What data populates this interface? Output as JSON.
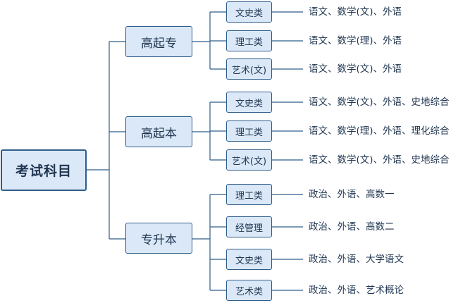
{
  "root": {
    "label": "考试科目"
  },
  "groups": [
    {
      "label": "高起专",
      "items": [
        {
          "label": "文史类",
          "subjects": "语文、数学(文)、外语"
        },
        {
          "label": "理工类",
          "subjects": "语文、数学(理)、外语"
        },
        {
          "label": "艺术(文)",
          "subjects": "语文、数学(文)、外语"
        }
      ]
    },
    {
      "label": "高起本",
      "items": [
        {
          "label": "文史类",
          "subjects": "语文、数学(文)、外语、史地综合"
        },
        {
          "label": "理工类",
          "subjects": "语文、数学(理)、外语、理化综合"
        },
        {
          "label": "艺术(文)",
          "subjects": "语文、数学(文)、外语、史地综合"
        }
      ]
    },
    {
      "label": "专升本",
      "items": [
        {
          "label": "理工类",
          "subjects": "政治、外语、高数一"
        },
        {
          "label": "经管理",
          "subjects": "政治、外语、高数二"
        },
        {
          "label": "文史类",
          "subjects": "政治、外语、大学语文"
        },
        {
          "label": "艺术类",
          "subjects": "政治、外语、艺术概论"
        }
      ]
    }
  ],
  "colors": {
    "box_fill": "#dbe8f7",
    "box_border": "#2f5d8a",
    "connector": "#2f5d8a",
    "text": "#1f3550"
  }
}
